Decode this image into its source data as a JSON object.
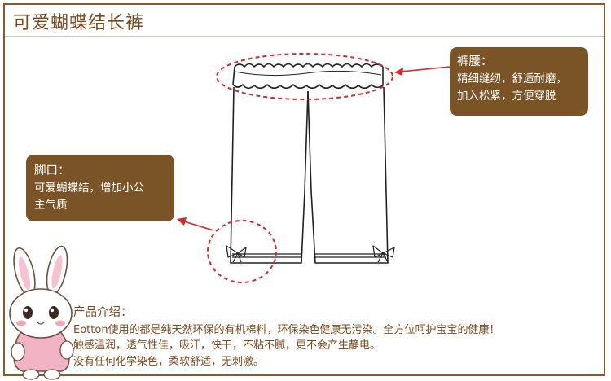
{
  "title": "可爱蝴蝶结长裤",
  "callouts": {
    "waist": {
      "heading": "裤腰：",
      "line1": "精细缝纫，舒适耐磨，",
      "line2": "加入松紧，方便穿脱"
    },
    "hem": {
      "heading": "脚口：",
      "line1": "可爱蝴蝶结，增加小公",
      "line2": "主气质"
    }
  },
  "intro": {
    "heading": "产品介绍：",
    "line1": "Eotton使用的都是纯天然环保的有机棉料，环保染色健康无污染。全方位呵护宝宝的健康！",
    "line2": "触感温润，透气性佳，吸汗，快干，不粘不腻，更不会产生静电。",
    "line3": "没有任何化学染色，柔软舒适，无刺激。"
  },
  "colors": {
    "brown": "#7a5426",
    "frame": "#8a5a2b",
    "text": "#7a4a1e",
    "dashed_red": "#d42a2a",
    "mascot_pink": "#f2b3c4"
  },
  "icons": [
    "pants-drawing",
    "rabbit-mascot",
    "arrow-icon"
  ]
}
